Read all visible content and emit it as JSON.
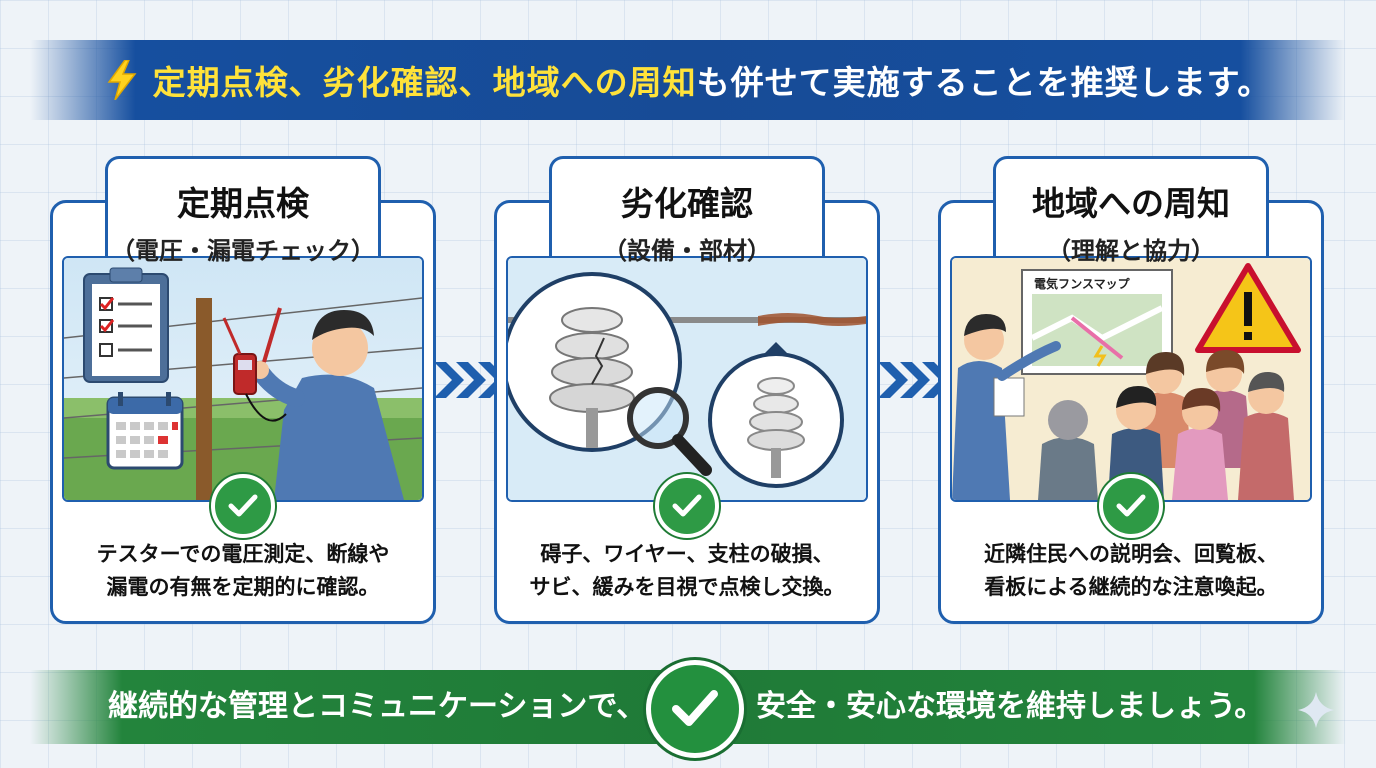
{
  "banner": {
    "highlight": "定期点検、劣化確認、地域への周知",
    "rest": "も併せて実施することを推奨します。",
    "icon": "lightning-icon"
  },
  "cards": [
    {
      "title": "定期点検",
      "subtitle": "（電圧・漏電チェック）",
      "desc_line1": "テスターでの電圧測定、断線や",
      "desc_line2": "漏電の有無を定期的に確認。"
    },
    {
      "title": "劣化確認",
      "subtitle": "（設備・部材）",
      "desc_line1": "碍子、ワイヤー、支柱の破損、",
      "desc_line2": "サビ、緩みを目視で点検し交換。"
    },
    {
      "title": "地域への周知",
      "subtitle": "（理解と協力）",
      "map_label": "電気フンスマップ",
      "desc_line1": "近隣住民への説明会、回覧板、",
      "desc_line2": "看板による継続的な注意喚起。"
    }
  ],
  "footer": {
    "left": "継続的な管理とコミュニケーションで、",
    "right": "安全・安心な環境を維持しましょう。"
  },
  "colors": {
    "banner_blue": "#174b96",
    "highlight_yellow": "#ffe23a",
    "card_border": "#1f5fae",
    "check_green": "#2e9a45",
    "footer_green": "#1f7a37"
  }
}
